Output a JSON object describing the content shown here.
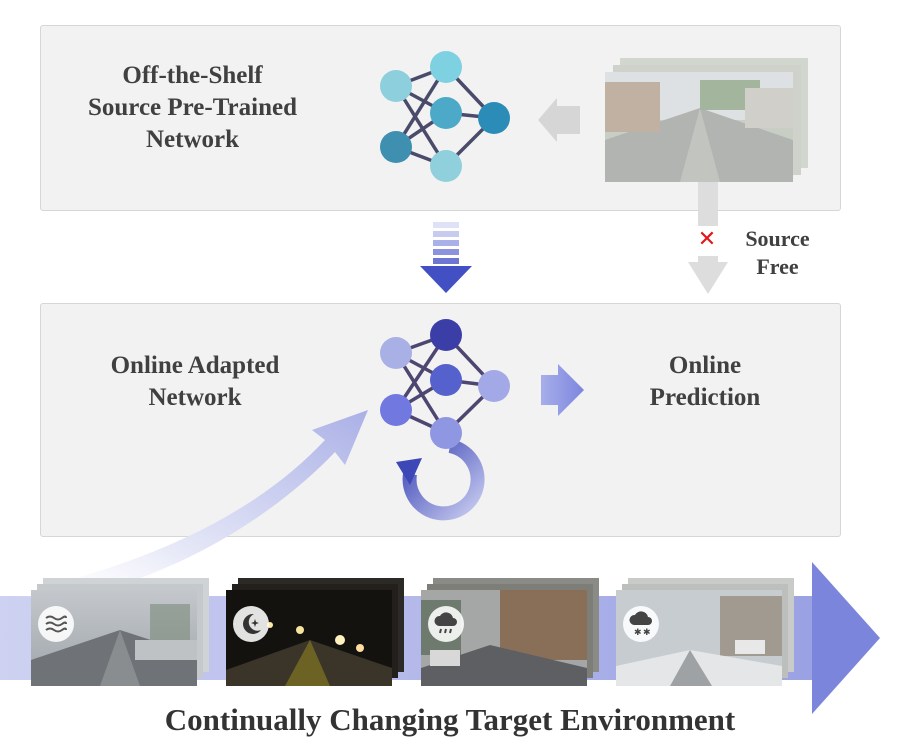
{
  "top_panel": {
    "title_lines": [
      "Off-the-Shelf",
      "Source Pre-Trained",
      "Network"
    ]
  },
  "source_free": {
    "lines": [
      "Source",
      "Free"
    ],
    "mark": "✕"
  },
  "bottom_panel": {
    "left_lines": [
      "Online Adapted",
      "Network"
    ],
    "right_lines": [
      "Online",
      "Prediction"
    ]
  },
  "footer": {
    "title": "Continually Changing Target Environment"
  },
  "conditions": [
    {
      "name": "fog",
      "icon": "fog-icon"
    },
    {
      "name": "night",
      "icon": "moon-star-icon"
    },
    {
      "name": "rain",
      "icon": "rain-cloud-icon"
    },
    {
      "name": "snow",
      "icon": "snow-cloud-icon"
    }
  ],
  "colors": {
    "source_nodes": [
      "#86c9d6",
      "#4fa7c3",
      "#3f8fb0",
      "#2b8cb8"
    ],
    "adapted_nodes": [
      "#a9b0e6",
      "#5561cc",
      "#3c3ea8",
      "#7178e0"
    ],
    "edge_source": "#4a4a6a",
    "edge_adapted": "#4d4670",
    "accent_blue": "#4656c9"
  }
}
